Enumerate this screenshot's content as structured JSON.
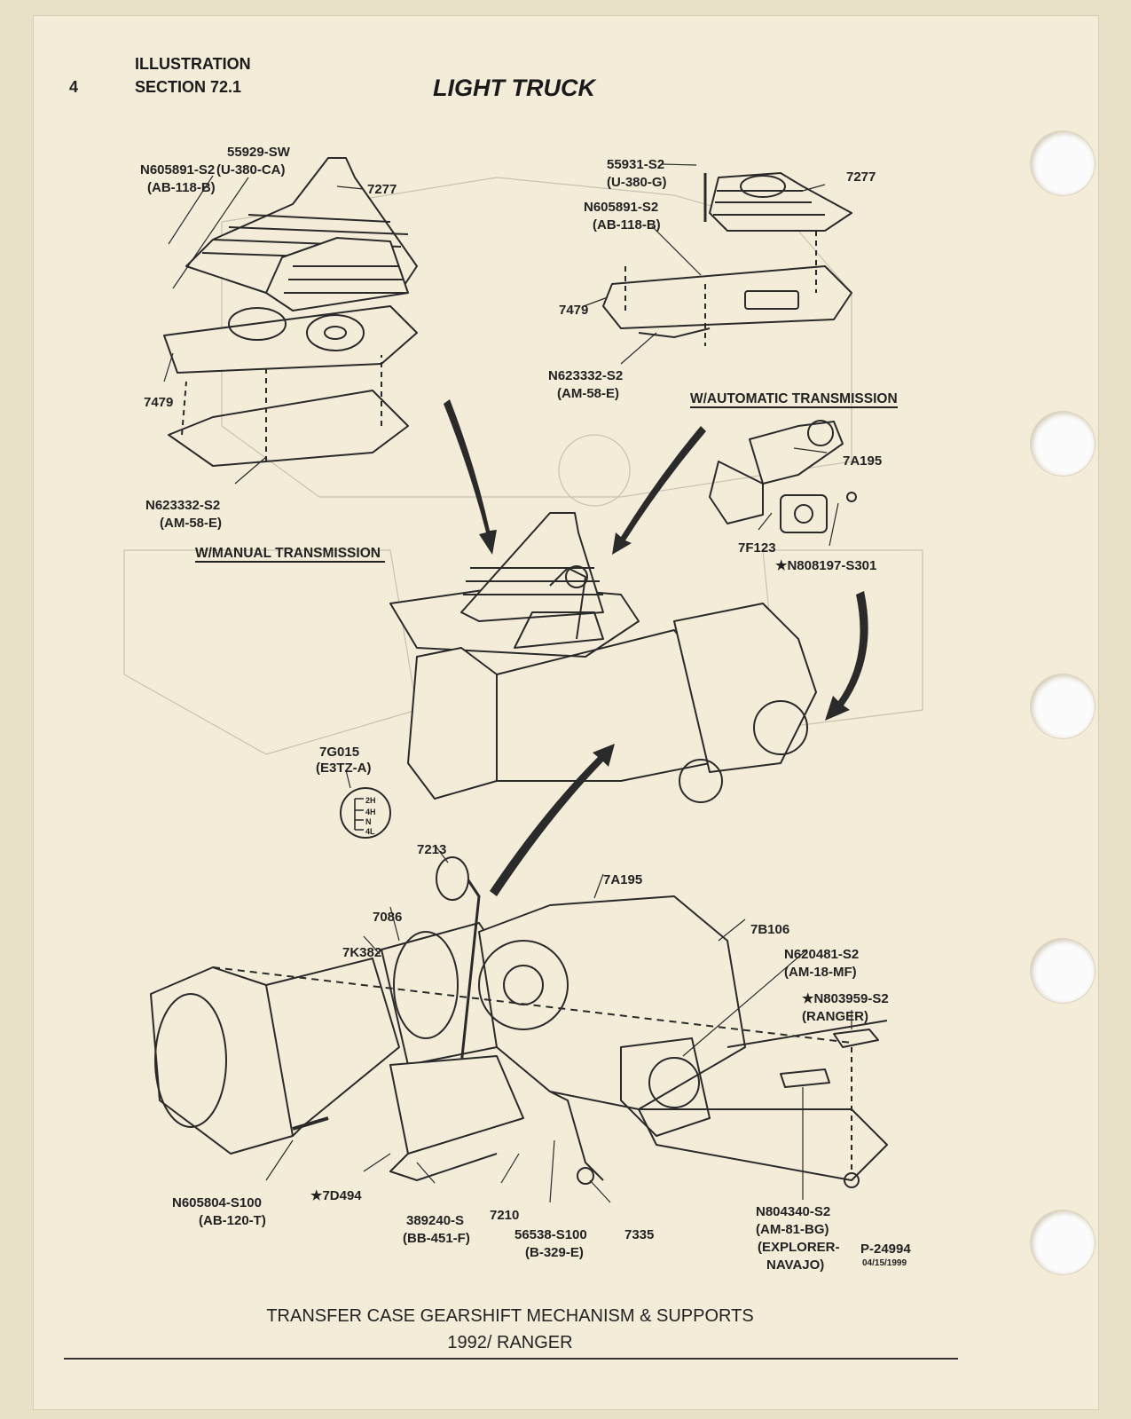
{
  "header": {
    "page_number": "4",
    "line1": "ILLUSTRATION",
    "line2": "SECTION 72.1",
    "title": "LIGHT TRUCK"
  },
  "sections": {
    "manual": "W/MANUAL TRANSMISSION",
    "automatic": "W/AUTOMATIC TRANSMISSION"
  },
  "labels": {
    "manual_bolt": "55929-SW",
    "manual_bolt_spec": "(U-380-CA)",
    "manual_nut": "N605891-S2",
    "manual_nut_spec": "(AB-118-B)",
    "manual_boot": "7277",
    "manual_plate": "7479",
    "manual_clip": "N623332-S2",
    "manual_clip_spec": "(AM-58-E)",
    "auto_bolt": "55931-S2",
    "auto_bolt_spec": "(U-380-G)",
    "auto_boot": "7277",
    "auto_nut": "N605891-S2",
    "auto_nut_spec": "(AB-118-B)",
    "auto_plate": "7479",
    "auto_clip": "N623332-S2",
    "auto_clip_spec": "(AM-58-E)",
    "case_upper": "7A195",
    "bracket": "7F123",
    "bracket_bolt": "★N808197-S301",
    "decal": "7G015",
    "decal_spec": "(E3TZ-A)",
    "decal_2h": "2H",
    "decal_4h": "4H",
    "decal_n": "N",
    "decal_4l": "4L",
    "knob": "7213",
    "case_lower": "7A195",
    "gasket": "7086",
    "lever": "7K382",
    "shaft": "7B106",
    "bolt_mf": "N620481-S2",
    "bolt_mf_spec": "(AM-18-MF)",
    "ranger_bolt": "★N803959-S2",
    "ranger_note": "(RANGER)",
    "bolt_100": "N605804-S100",
    "bolt_100_spec": "(AB-120-T)",
    "rod": "★7D494",
    "pin": "389240-S",
    "pin_spec": "(BB-451-F)",
    "link": "7210",
    "washer": "56538-S100",
    "washer_spec": "(B-329-E)",
    "bushing": "7335",
    "explorer_bolt": "N804340-S2",
    "explorer_bolt_spec": "(AM-81-BG)",
    "explorer_note1": "(EXPLORER-",
    "explorer_note2": "NAVAJO)",
    "part_no": "P-24994",
    "date": "04/15/1999"
  },
  "caption": {
    "line1": "TRANSFER CASE GEARSHIFT MECHANISM & SUPPORTS",
    "line2": "1992/ RANGER"
  }
}
